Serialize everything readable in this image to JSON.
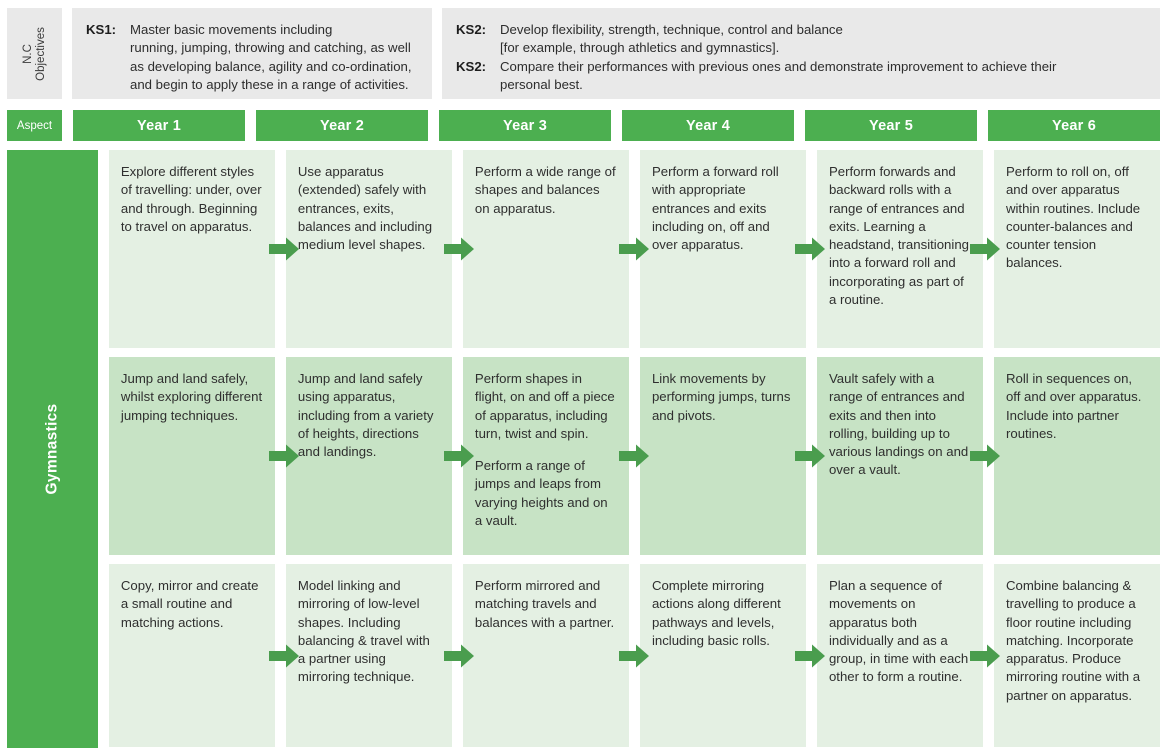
{
  "objectives": {
    "side_label_lines": [
      "N.C",
      "Objectives"
    ],
    "ks1": {
      "rows": [
        {
          "tag": "KS1:",
          "lines": [
            "Master basic movements including",
            "running, jumping, throwing and catching, as well",
            "as developing balance, agility and co-ordination,",
            "and begin to apply these in a range of activities."
          ]
        }
      ]
    },
    "ks2": {
      "rows": [
        {
          "tag": "KS2:",
          "lines": [
            "Develop flexibility, strength, technique, control and balance",
            "[for example, through athletics and gymnastics]."
          ]
        },
        {
          "tag": "KS2:",
          "lines": [
            "Compare their performances with previous ones and demonstrate improvement to achieve their",
            "personal best."
          ]
        }
      ]
    }
  },
  "header": {
    "aspect_label": "Aspect",
    "years": [
      "Year 1",
      "Year 2",
      "Year 3",
      "Year 4",
      "Year 5",
      "Year 6"
    ]
  },
  "aspect": {
    "label": "Gymnastics"
  },
  "colors": {
    "green_header": "#4caf50",
    "cell_light": "#e4f0e3",
    "cell_mid": "#c7e3c5",
    "objectives_bg": "#e9e9e9",
    "arrow_green": "#4a9d4e",
    "text": "#2f2f2f"
  },
  "rows": [
    {
      "tone": "light",
      "cells": [
        {
          "paragraphs": [
            "Explore different styles of travelling: under, over and through. Beginning to travel on apparatus."
          ]
        },
        {
          "paragraphs": [
            "Use apparatus (extended) safely with entrances, exits, balances and including medium level shapes."
          ]
        },
        {
          "paragraphs": [
            "Perform a wide range of shapes and balances on apparatus."
          ]
        },
        {
          "paragraphs": [
            "Perform a forward roll with appropriate entrances and exits including on, off and over apparatus."
          ]
        },
        {
          "paragraphs": [
            "Perform forwards and backward rolls with a range of entrances and exits. Learning a headstand, transitioning into a forward roll and incorporating as part of a routine."
          ]
        },
        {
          "paragraphs": [
            "Perform to roll on, off and over apparatus within routines. Include counter-balances and counter tension balances."
          ]
        }
      ]
    },
    {
      "tone": "mid",
      "cells": [
        {
          "paragraphs": [
            "Jump and land safely, whilst exploring different jumping techniques."
          ]
        },
        {
          "paragraphs": [
            "Jump and land safely using apparatus, including from a variety of heights, directions and landings."
          ]
        },
        {
          "paragraphs": [
            "Perform shapes in flight, on and off a piece of apparatus, including turn, twist and spin.",
            "Perform a range of jumps and leaps from varying heights and on a vault."
          ]
        },
        {
          "paragraphs": [
            "Link movements by performing jumps, turns and pivots."
          ]
        },
        {
          "paragraphs": [
            "Vault safely with a range of entrances and exits and then into rolling, building up to various landings on and over a vault."
          ]
        },
        {
          "paragraphs": [
            "Roll in sequences on, off and over apparatus. Include into partner routines."
          ]
        }
      ]
    },
    {
      "tone": "light",
      "cells": [
        {
          "paragraphs": [
            "Copy, mirror and create a small routine and matching actions."
          ]
        },
        {
          "paragraphs": [
            "Model linking and mirroring of low-level shapes. Including balancing & travel with a partner using mirroring technique."
          ]
        },
        {
          "paragraphs": [
            "Perform mirrored and matching travels and balances with a partner."
          ]
        },
        {
          "paragraphs": [
            "Complete mirroring actions along different pathways and levels, including basic rolls."
          ]
        },
        {
          "paragraphs": [
            "Plan a sequence of movements on apparatus both individually and as a group, in time with each other to form a routine."
          ]
        },
        {
          "paragraphs": [
            "Combine balancing & travelling to produce a floor routine including matching. Incorporate apparatus. Produce mirroring routine with a partner on apparatus."
          ]
        }
      ]
    }
  ],
  "arrows": {
    "icon": "right-arrow-icon",
    "count_per_row": 5
  }
}
